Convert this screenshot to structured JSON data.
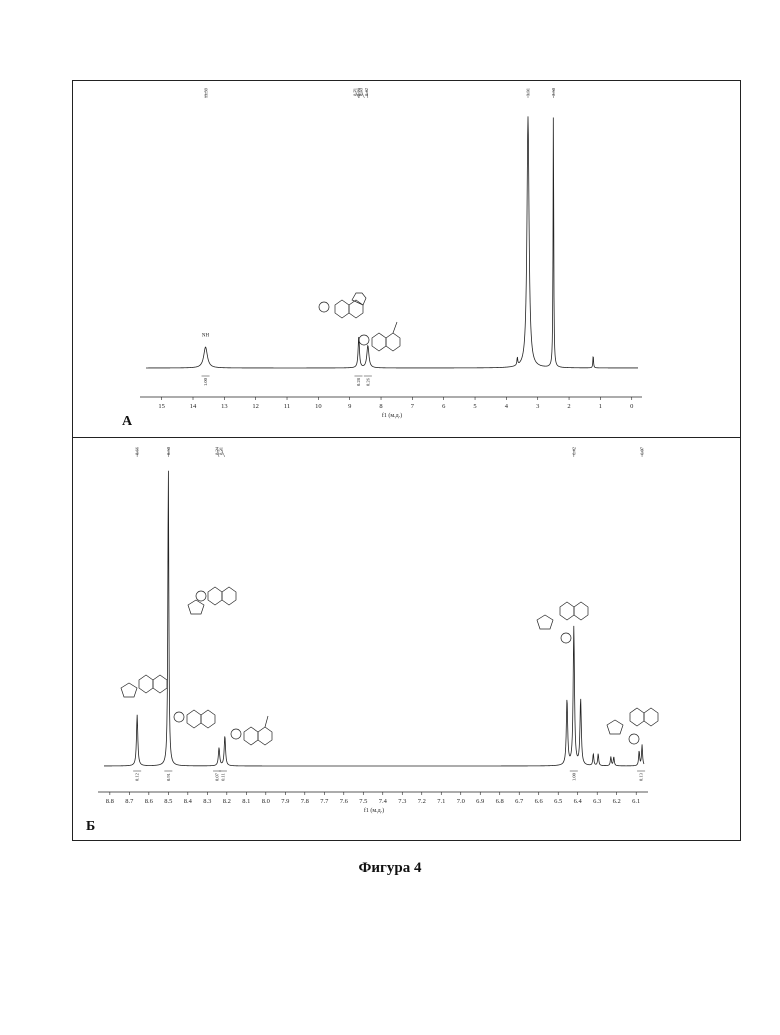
{
  "caption": "Фигура 4",
  "colors": {
    "line": "#222222"
  },
  "chart_data": [
    {
      "panel": "А",
      "type": "line",
      "xlabel": "f1 (м.д.)",
      "xlim": [
        15.5,
        -0.2
      ],
      "x_ticks": [
        "15",
        "14",
        "13",
        "12",
        "11",
        "10",
        "9",
        "8",
        "7",
        "6",
        "5",
        "4",
        "3",
        "2",
        "1",
        "0"
      ],
      "peaks": [
        {
          "x": 13.6,
          "height": 0.08,
          "width": 0.07
        },
        {
          "x": 8.71,
          "height": 0.12,
          "width": 0.025
        },
        {
          "x": 8.42,
          "height": 0.085,
          "width": 0.04
        },
        {
          "x": 3.31,
          "height": 0.96,
          "width": 0.04
        },
        {
          "x": 2.5,
          "height": 1.0,
          "width": 0.012
        },
        {
          "x": 3.65,
          "height": 0.03,
          "width": 0.015
        },
        {
          "x": 1.23,
          "height": 0.05,
          "width": 0.012
        }
      ],
      "peak_labels": [
        {
          "x": 13.59,
          "text": "13.59"
        },
        {
          "x": 8.71,
          "text": "8.71"
        },
        {
          "x": 8.7,
          "text": "8.70"
        },
        {
          "x": 8.53,
          "text": "8.53"
        },
        {
          "x": 8.42,
          "text": "8.42"
        },
        {
          "x": 3.31,
          "text": "3.31"
        },
        {
          "x": 2.5,
          "text": "2.50"
        }
      ],
      "integrals": [
        {
          "x": 13.6,
          "value": "1.00"
        },
        {
          "x": 8.72,
          "value": "0.28"
        },
        {
          "x": 8.42,
          "value": "0.26"
        }
      ],
      "annotations": [
        {
          "x": 13.6,
          "text": "NH"
        }
      ]
    },
    {
      "panel": "Б",
      "type": "line",
      "xlabel": "f1 (м.д.)",
      "xlim": [
        8.83,
        6.06
      ],
      "x_ticks": [
        "8.8",
        "8.7",
        "8.6",
        "8.5",
        "8.4",
        "8.3",
        "8.2",
        "8.1",
        "8.0",
        "7.9",
        "7.8",
        "7.7",
        "7.6",
        "7.5",
        "7.4",
        "7.3",
        "7.2",
        "7.1",
        "7.0",
        "6.9",
        "6.8",
        "6.7",
        "6.6",
        "6.5",
        "6.4",
        "6.3",
        "6.2",
        "6.1"
      ],
      "peaks": [
        {
          "x": 8.66,
          "height": 0.17,
          "width": 0.004
        },
        {
          "x": 8.5,
          "height": 1.0,
          "width": 0.003
        },
        {
          "x": 8.24,
          "height": 0.06,
          "width": 0.004
        },
        {
          "x": 8.21,
          "height": 0.1,
          "width": 0.004
        },
        {
          "x": 6.455,
          "height": 0.22,
          "width": 0.004
        },
        {
          "x": 6.42,
          "height": 0.46,
          "width": 0.004
        },
        {
          "x": 6.385,
          "height": 0.22,
          "width": 0.004
        },
        {
          "x": 6.32,
          "height": 0.04,
          "width": 0.003
        },
        {
          "x": 6.295,
          "height": 0.04,
          "width": 0.003
        },
        {
          "x": 6.23,
          "height": 0.03,
          "width": 0.003
        },
        {
          "x": 6.215,
          "height": 0.03,
          "width": 0.003
        },
        {
          "x": 6.085,
          "height": 0.05,
          "width": 0.003
        },
        {
          "x": 6.07,
          "height": 0.07,
          "width": 0.003
        }
      ],
      "peak_labels": [
        {
          "x": 8.66,
          "text": "8.66"
        },
        {
          "x": 8.5,
          "text": "8.50"
        },
        {
          "x": 8.24,
          "text": "8.24"
        },
        {
          "x": 8.21,
          "text": "8.21"
        },
        {
          "x": 6.42,
          "text": "6.42"
        },
        {
          "x": 6.07,
          "text": "6.07"
        }
      ],
      "integrals": [
        {
          "x": 8.66,
          "value": "0.12"
        },
        {
          "x": 8.5,
          "value": "0.91"
        },
        {
          "x": 8.25,
          "value": "0.07"
        },
        {
          "x": 8.22,
          "value": "0.11"
        },
        {
          "x": 6.42,
          "value": "1.00"
        },
        {
          "x": 6.075,
          "value": "0.13"
        }
      ]
    }
  ]
}
